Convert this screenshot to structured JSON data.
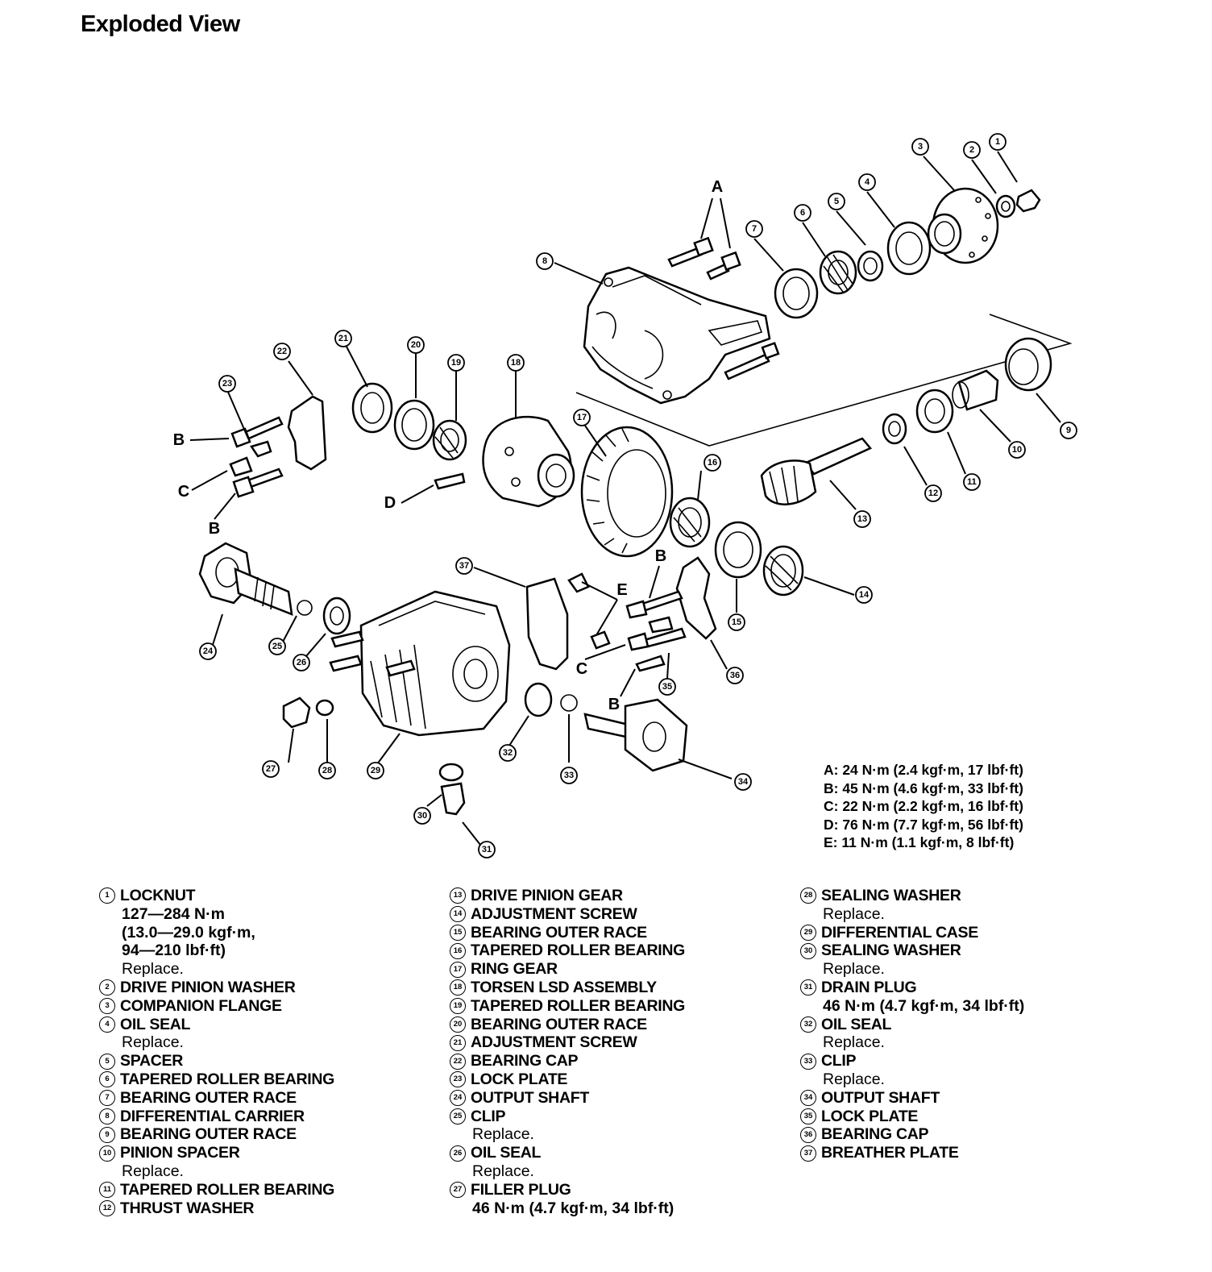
{
  "title": "Exploded View",
  "torque_specs": [
    "A: 24 N·m (2.4 kgf·m, 17 lbf·ft)",
    "B: 45 N·m (4.6 kgf·m, 33 lbf·ft)",
    "C: 22 N·m (2.2 kgf·m, 16 lbf·ft)",
    "D: 76 N·m (7.7 kgf·m, 56 lbf·ft)",
    "E: 11 N·m (1.1 kgf·m, 8 lbf·ft)"
  ],
  "diagram_letters": {
    "a": "A",
    "b": "B",
    "c": "C",
    "d": "D",
    "e": "E"
  },
  "parts": [
    {
      "num": "1",
      "name": "LOCKNUT",
      "spec": [
        "127—284 N·m",
        "(13.0—29.0 kgf·m,",
        "94—210 lbf·ft)"
      ],
      "note": "Replace."
    },
    {
      "num": "2",
      "name": "DRIVE PINION WASHER"
    },
    {
      "num": "3",
      "name": "COMPANION FLANGE"
    },
    {
      "num": "4",
      "name": "OIL SEAL",
      "note": "Replace."
    },
    {
      "num": "5",
      "name": "SPACER"
    },
    {
      "num": "6",
      "name": "TAPERED ROLLER BEARING"
    },
    {
      "num": "7",
      "name": "BEARING OUTER RACE"
    },
    {
      "num": "8",
      "name": "DIFFERENTIAL CARRIER"
    },
    {
      "num": "9",
      "name": "BEARING OUTER RACE"
    },
    {
      "num": "10",
      "name": "PINION SPACER",
      "note": "Replace."
    },
    {
      "num": "11",
      "name": "TAPERED ROLLER BEARING"
    },
    {
      "num": "12",
      "name": "THRUST WASHER"
    },
    {
      "num": "13",
      "name": "DRIVE PINION GEAR"
    },
    {
      "num": "14",
      "name": "ADJUSTMENT SCREW"
    },
    {
      "num": "15",
      "name": "BEARING OUTER RACE"
    },
    {
      "num": "16",
      "name": "TAPERED ROLLER BEARING"
    },
    {
      "num": "17",
      "name": "RING GEAR"
    },
    {
      "num": "18",
      "name": "TORSEN LSD ASSEMBLY"
    },
    {
      "num": "19",
      "name": "TAPERED ROLLER BEARING"
    },
    {
      "num": "20",
      "name": "BEARING OUTER RACE"
    },
    {
      "num": "21",
      "name": "ADJUSTMENT SCREW"
    },
    {
      "num": "22",
      "name": "BEARING CAP"
    },
    {
      "num": "23",
      "name": "LOCK PLATE"
    },
    {
      "num": "24",
      "name": "OUTPUT SHAFT"
    },
    {
      "num": "25",
      "name": "CLIP",
      "note": "Replace."
    },
    {
      "num": "26",
      "name": "OIL SEAL",
      "note": "Replace."
    },
    {
      "num": "27",
      "name": "FILLER PLUG",
      "spec": [
        "46 N·m (4.7 kgf·m, 34 lbf·ft)"
      ]
    },
    {
      "num": "28",
      "name": "SEALING WASHER",
      "note": "Replace."
    },
    {
      "num": "29",
      "name": "DIFFERENTIAL CASE"
    },
    {
      "num": "30",
      "name": "SEALING WASHER",
      "note": "Replace."
    },
    {
      "num": "31",
      "name": "DRAIN PLUG",
      "spec": [
        "46 N·m (4.7 kgf·m, 34 lbf·ft)"
      ]
    },
    {
      "num": "32",
      "name": "OIL SEAL",
      "note": "Replace."
    },
    {
      "num": "33",
      "name": "CLIP",
      "note": "Replace."
    },
    {
      "num": "34",
      "name": "OUTPUT SHAFT"
    },
    {
      "num": "35",
      "name": "LOCK PLATE"
    },
    {
      "num": "36",
      "name": "BEARING CAP"
    },
    {
      "num": "37",
      "name": "BREATHER PLATE"
    }
  ]
}
